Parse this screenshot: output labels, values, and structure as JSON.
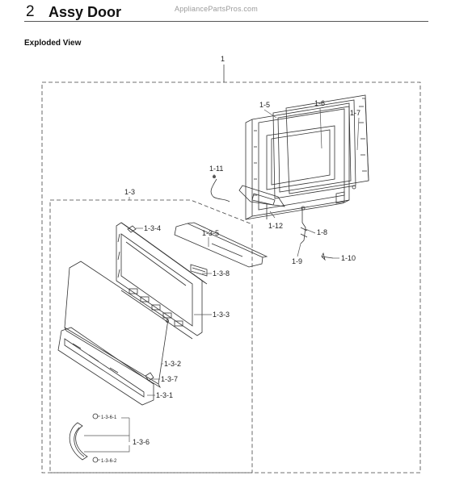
{
  "header": {
    "section_number": "2",
    "section_title": "Assy Door",
    "watermark": "AppliancePartsPros.com"
  },
  "subtitle": "Exploded View",
  "callouts": {
    "assembly": "1",
    "p1_5": "1-5",
    "p1_6": "1-6",
    "p1_7": "1-7",
    "p1_11": "1-11",
    "p1_12": "1-12",
    "p1_8": "1-8",
    "p1_9": "1-9",
    "p1_10": "1-10",
    "p1_3": "1-3",
    "p1_3_4": "1-3-4",
    "p1_3_5": "1-3-5",
    "p1_3_8": "1-3-8",
    "p1_3_3": "1-3-3",
    "p1_3_2": "1-3-2",
    "p1_3_7": "1-3-7",
    "p1_3_1": "1-3-1",
    "p1_3_6": "1-3-6",
    "p1_3_6_1": "1-3-6-1",
    "p1_3_6_2": "1-3-6-2"
  }
}
